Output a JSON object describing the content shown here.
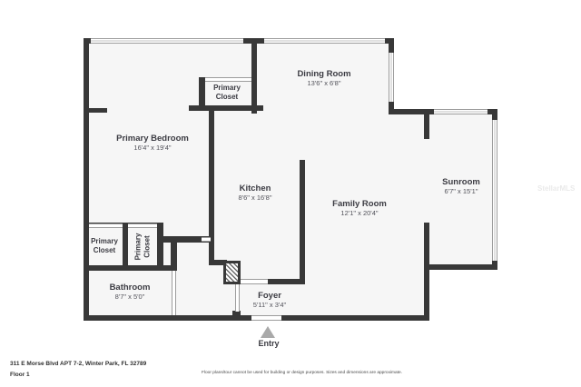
{
  "plan": {
    "rooms": {
      "primary_bedroom": {
        "name": "Primary Bedroom",
        "dims": "16'4\" x 19'4\""
      },
      "primary_closet_top": {
        "line1": "Primary",
        "line2": "Closet"
      },
      "dining_room": {
        "name": "Dining Room",
        "dims": "13'6\" x 6'8\""
      },
      "kitchen": {
        "name": "Kitchen",
        "dims": "8'6\" x 16'8\""
      },
      "family_room": {
        "name": "Family Room",
        "dims": "12'1\" x 20'4\""
      },
      "sunroom": {
        "name": "Sunroom",
        "dims": "6'7\" x 15'1\""
      },
      "primary_closet_left": {
        "line1": "Primary",
        "line2": "Closet"
      },
      "primary_closet_vertical": {
        "line1": "Primary",
        "line2": "Closet"
      },
      "bathroom": {
        "name": "Bathroom",
        "dims": "8'7\" x 5'0\""
      },
      "foyer": {
        "name": "Foyer",
        "dims": "5'11\" x 3'4\""
      }
    },
    "entry_label": "Entry",
    "watermark": "StellarMLS"
  },
  "footer": {
    "address": "311 E Morse Blvd APT 7-2, Winter Park, FL 32789",
    "floor": "Floor 1",
    "disclaimer": "Floor plans/tour cannot be used for building or design purposes. Sizes and dimensions are approximate."
  },
  "colors": {
    "wall": "#383838",
    "floor": "#f6f6f6",
    "background": "#ffffff",
    "label_text": "#3b3b42",
    "entry_arrow": "#a9a9a9"
  }
}
